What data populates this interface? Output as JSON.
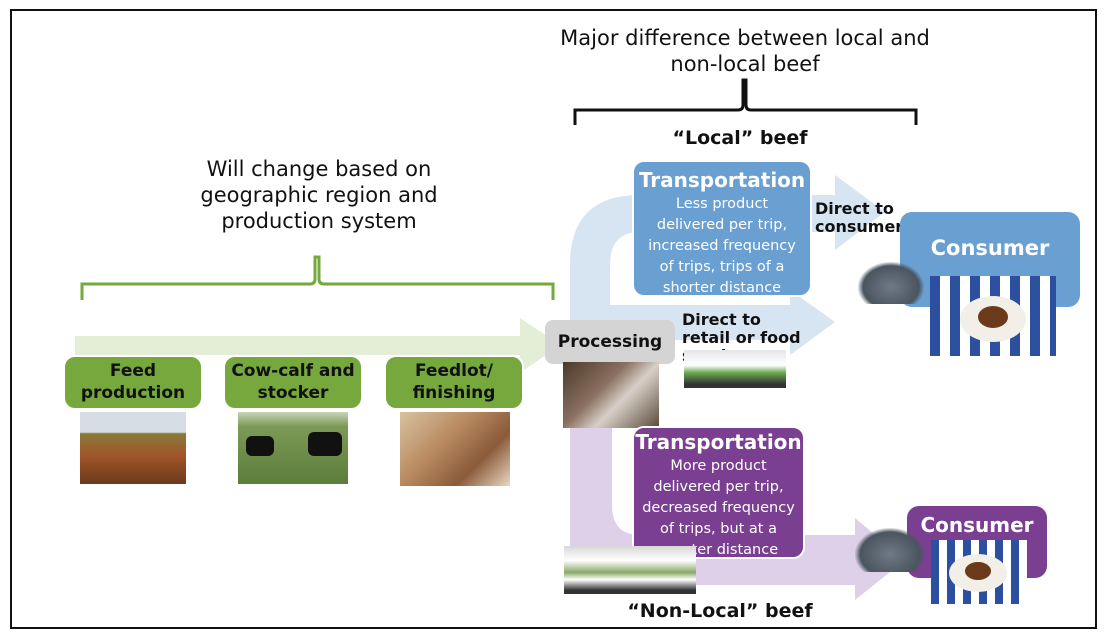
{
  "header": {
    "major_difference": "Major difference between local and non-local beef",
    "will_change": "Will change based on geographic region and production system"
  },
  "local_label": "“Local” beef",
  "nonlocal_label": "“Non-Local” beef",
  "stages": [
    {
      "label": "Feed production",
      "photo": "sorghum-field-photo"
    },
    {
      "label": "Cow-calf and stocker",
      "photo": "cattle-pasture-photo"
    },
    {
      "label": "Feedlot/ finishing",
      "photo": "feedlot-photo"
    }
  ],
  "processing": {
    "label": "Processing",
    "photo": "meat-processing-photo"
  },
  "local_transport": {
    "title": "Transportation",
    "text": "Less product delivered per trip, increased frequency of trips, trips of a shorter distance"
  },
  "nonlocal_transport": {
    "title": "Transportation",
    "text": "More product delivered per trip, decreased frequency of trips, but at a greater distance"
  },
  "direct_to_consumer": "Direct to consumer",
  "direct_to_retail": "Direct to retail or food service",
  "consumer_label": "Consumer",
  "colors": {
    "green": "#76a83e",
    "local_blue": "#6a9fd2",
    "nonlocal_purple": "#7a3f91",
    "arrow_blue": "#d7e4f2",
    "arrow_purple": "#ddd0e8",
    "arrow_green": "#e4edd6"
  }
}
